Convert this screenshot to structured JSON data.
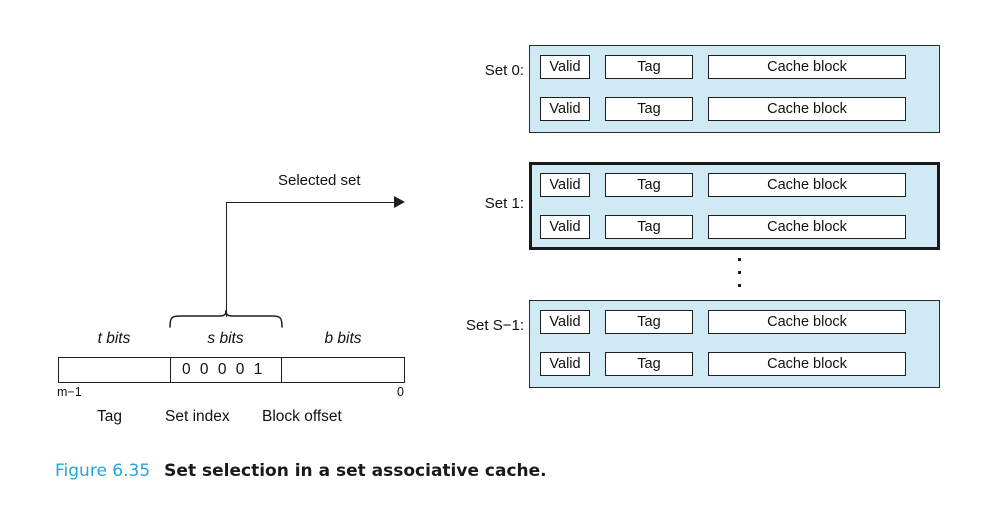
{
  "figure": {
    "number_label": "Figure 6.35",
    "caption": "Set selection in a set associative cache.",
    "accent_color": "#27a3dd",
    "panel_fill_color": "#cfe9f5",
    "line_color": "#1f1f1f"
  },
  "cache": {
    "sets": [
      {
        "label": "Set 0:",
        "selected": false,
        "lines": [
          {
            "valid": "Valid",
            "tag": "Tag",
            "block": "Cache block"
          },
          {
            "valid": "Valid",
            "tag": "Tag",
            "block": "Cache block"
          }
        ]
      },
      {
        "label": "Set 1:",
        "selected": true,
        "lines": [
          {
            "valid": "Valid",
            "tag": "Tag",
            "block": "Cache block"
          },
          {
            "valid": "Valid",
            "tag": "Tag",
            "block": "Cache block"
          }
        ]
      },
      {
        "label": "Set S−1:",
        "selected": false,
        "lines": [
          {
            "valid": "Valid",
            "tag": "Tag",
            "block": "Cache block"
          },
          {
            "valid": "Valid",
            "tag": "Tag",
            "block": "Cache block"
          }
        ]
      }
    ],
    "ellipsis_glyph": "⋮"
  },
  "pointer": {
    "label": "Selected set"
  },
  "address": {
    "field_labels": {
      "tag_bits": "t bits",
      "set_bits": "s bits",
      "block_bits": "b bits"
    },
    "set_index_value": "0 0 0 0 1",
    "msb_label": "m−1",
    "lsb_label": "0",
    "part_names": {
      "tag": "Tag",
      "set_index": "Set index",
      "block_offset": "Block offset"
    }
  }
}
